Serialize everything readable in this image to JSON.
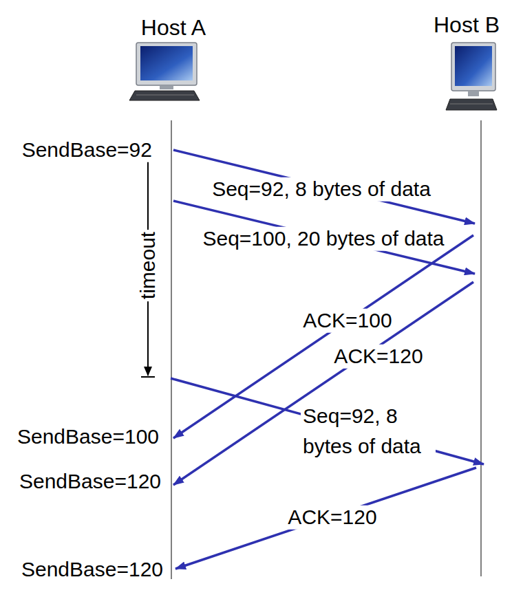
{
  "diagram": {
    "nodes": [
      {
        "text": [
          "Host A"
        ]
      },
      {
        "text": [
          "Host B"
        ]
      }
    ],
    "labels": [
      "SendBase=92",
      "Seq=92, 8 bytes of data",
      "timeout",
      "Seq=100, 20 bytes of data",
      "ACK=100",
      "ACK=120",
      "Seq=92, 8 bytes of data",
      "SendBase=100",
      "SendBase=120",
      "ACK=120",
      "SendBase=120"
    ]
  }
}
